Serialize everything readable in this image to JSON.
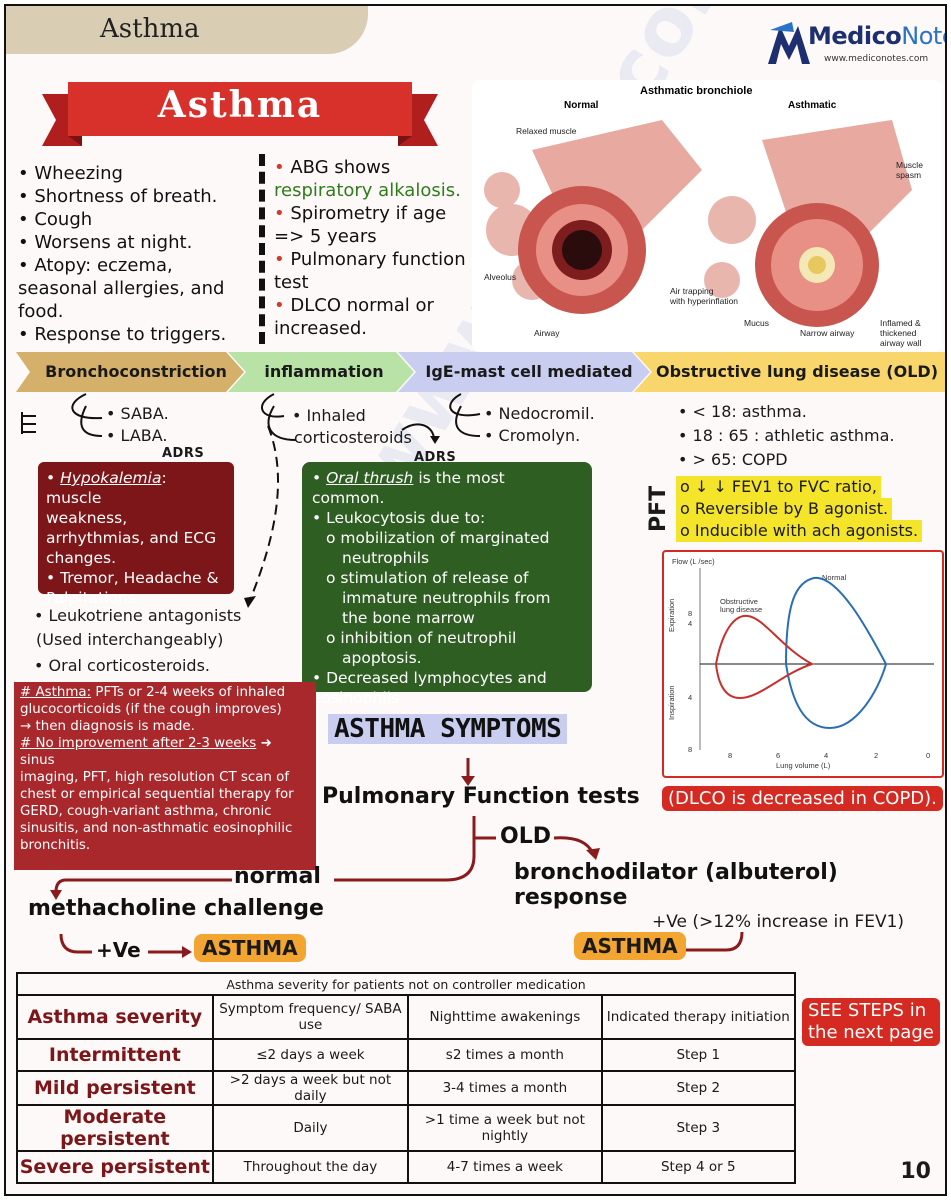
{
  "header": {
    "tab_title": "Asthma",
    "logo_brand_a": "Medico",
    "logo_brand_b": "Notes",
    "logo_url": "www.mediconotes.com"
  },
  "banner_title": "Asthma",
  "symptoms": [
    "Wheezing",
    "Shortness of breath.",
    "Cough",
    "Worsens at night.",
    "Atopy: eczema,",
    "seasonal allergies, and",
    "food.",
    "Response to triggers."
  ],
  "diagnosis": {
    "abg_a": "ABG shows",
    "abg_b": "respiratory alkalosis.",
    "spiro_a": "Spirometry if age",
    "spiro_b": "=>  5 years",
    "pft_a": "Pulmonary function",
    "pft_b": "test",
    "dlco_a": "DLCO normal or",
    "dlco_b": "increased."
  },
  "illustration": {
    "title": "Asthmatic bronchiole",
    "normal": "Normal",
    "asthmatic": "Asthmatic",
    "relaxed_muscle": "Relaxed muscle",
    "alveolus": "Alveolus",
    "airway": "Airway",
    "air_trapping_a": "Air trapping",
    "air_trapping_b": "with hyperinflation",
    "mucus": "Mucus",
    "narrow_airway": "Narrow airway",
    "muscle_spasm_a": "Muscle",
    "muscle_spasm_b": "spasm",
    "inflamed_a": "Inflamed &",
    "inflamed_b": "thickened",
    "inflamed_c": "airway wall"
  },
  "arrows": [
    "Bronchoconstriction",
    "inflammation",
    "IgE-mast cell mediated",
    "Obstructive lung disease (OLD)"
  ],
  "broncho": {
    "saba": "SABA.",
    "laba": "LABA.",
    "adrs": "ADRS",
    "adr_hypo_u": "Hypokalemia",
    "adr_hypo_rest": ": muscle",
    "adr_l2": "weakness,",
    "adr_l3": "arrhythmias, and ECG",
    "adr_l4": "changes.",
    "adr_l5": "Tremor, Headache &",
    "adr_l6": "Palpitations"
  },
  "inflam": {
    "ics_a": "Inhaled",
    "ics_b": "corticosteroids",
    "adrs": "ADRS",
    "lta": "Leukotriene antagonists",
    "lta_b": "(Used interchangeably)",
    "ocs": "Oral corticosteroids."
  },
  "ige": {
    "a": "Nedocromil.",
    "b": "Cromolyn."
  },
  "green_box": {
    "l1_u": "Oral thrush",
    "l1_rest": " is the most common.",
    "l2": "Leukocytosis due to:",
    "l3": "mobilization of marginated",
    "l4": "neutrophils",
    "l5": "stimulation of release of",
    "l6": "immature neutrophils from",
    "l7": "the bone marrow",
    "l8": "inhibition of neutrophil",
    "l9": "apoptosis.",
    "l10": "Decreased lymphocytes and",
    "l11": "eosinophils"
  },
  "old": {
    "l1": "< 18: asthma.",
    "l2": "18 : 65 : athletic asthma.",
    "l3": "> 65: COPD",
    "pft": "PFT",
    "y1": "o ↓ ↓ FEV1 to FVC ratio,",
    "y2": "o Reversible by B agonist.",
    "y3": "o Inducible with ach agonists."
  },
  "flow_loop": {
    "y_title": "Flow (L /sec)",
    "expiration": "Expiration",
    "inspiration": "Inspiration",
    "obstructive_a": "Obstructive",
    "obstructive_b": "lung disease",
    "normal": "Normal",
    "x_title": "Lung volume (L)",
    "y_ticks": [
      "8",
      "4",
      "4",
      "8"
    ],
    "x_ticks": [
      "8",
      "6",
      "4",
      "2",
      "0"
    ]
  },
  "dlco_note": "(DLCO is decreased in COPD).",
  "red_note": {
    "l1_u": "# Asthma:",
    "l1_rest": " PFTs or 2-4 weeks of inhaled",
    "l2": "glucocorticoids (if the cough improves)",
    "l3": "→ then diagnosis is made.",
    "l4_u": "# No improvement after 2-3 weeks",
    "l4_rest": " ➜ sinus",
    "l5": "imaging, PFT, high resolution CT scan of",
    "l6": "chest or empirical sequential therapy for",
    "l7": "GERD, cough-variant asthma, chronic",
    "l8": "sinusitis, and non-asthmatic eosinophilic",
    "l9": "bronchitis."
  },
  "flowchart": {
    "symptoms": "ASTHMA SYMPTOMS",
    "pft": "Pulmonary Function tests",
    "old": "OLD",
    "broncho": "bronchodilator (albuterol) response",
    "normal": "normal",
    "metha": "methacholine challenge",
    "plus_ve_l": "+Ve",
    "asthma_l": "ASTHMA",
    "plus_ve_r": "+Ve (>12% increase in FEV1)",
    "asthma_r": "ASTHMA"
  },
  "table": {
    "caption": "Asthma severity for patients not on controller medication",
    "headers": [
      "Asthma severity",
      "Symptom frequency/ SABA use",
      "Nighttime awakenings",
      "Indicated therapy initiation"
    ],
    "rows": [
      [
        "Intermittent",
        "≤2 days a week",
        "s2 times a month",
        "Step 1"
      ],
      [
        "Mild persistent",
        ">2 days a week but not daily",
        "3-4 times a month",
        "Step 2"
      ],
      [
        "Moderate persistent",
        "Daily",
        ">1 time a week but not nightly",
        "Step 3"
      ],
      [
        "Severe persistent",
        "Throughout the day",
        "4-7 times a week",
        "Step 4 or 5"
      ]
    ]
  },
  "see_steps_a": "SEE STEPS in",
  "see_steps_b": "the next page",
  "page_number": "10",
  "colors": {
    "banner": "#d8312c",
    "maroon": "#7d1618",
    "green": "#2f5e23",
    "yellow": "#f5e52a",
    "orange": "#f2a531",
    "lavender": "#c9cdf0"
  }
}
